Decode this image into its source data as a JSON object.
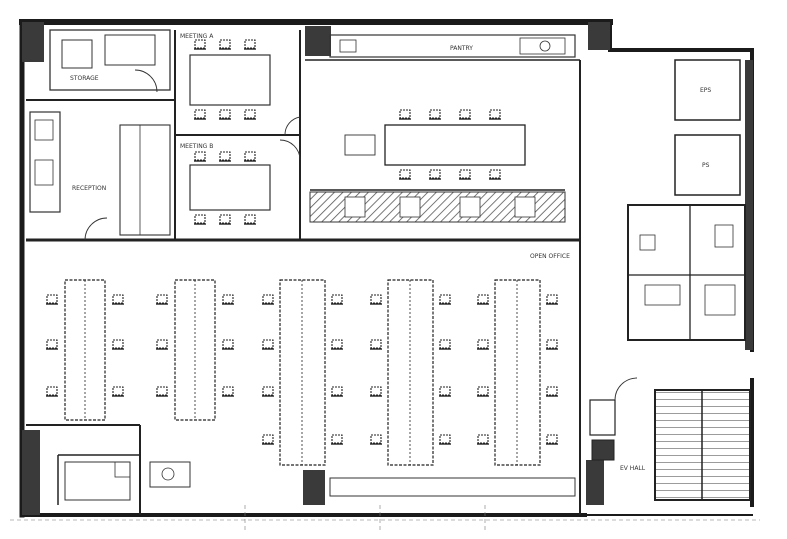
{
  "floor_plan": {
    "rooms": {
      "meeting_room_a": "MEETING A",
      "meeting_room_b": "MEETING B",
      "open_office": "OPEN OFFICE",
      "eps": "EPS",
      "ps": "PS",
      "storage": "STORAGE",
      "reception": "RECEPTION",
      "pantry": "PANTRY",
      "elevator_hall": "EV HALL"
    },
    "wall_color": "#1b1b1b",
    "column_color": "#3a3a3a",
    "hatch_color": "#555555"
  }
}
